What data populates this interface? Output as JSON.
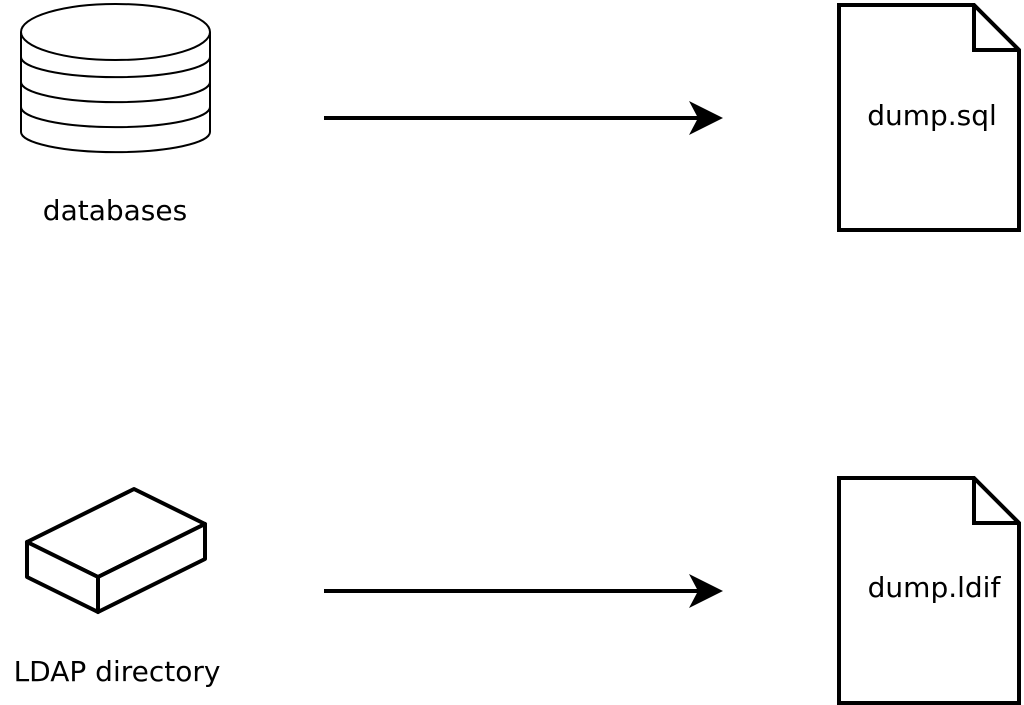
{
  "diagram": {
    "nodes": {
      "databases": {
        "label": "databases",
        "icon": "database-icon"
      },
      "ldap": {
        "label": "LDAP directory",
        "icon": "ldap-directory-icon"
      },
      "sql_dump": {
        "label": "dump.sql",
        "icon": "document-icon"
      },
      "ldif_dump": {
        "label": "dump.ldif",
        "icon": "document-icon"
      }
    },
    "edges": [
      {
        "from": "databases",
        "to": "sql_dump"
      },
      {
        "from": "ldap",
        "to": "ldif_dump"
      }
    ],
    "colors": {
      "stroke": "#000000",
      "background": "#ffffff"
    }
  }
}
